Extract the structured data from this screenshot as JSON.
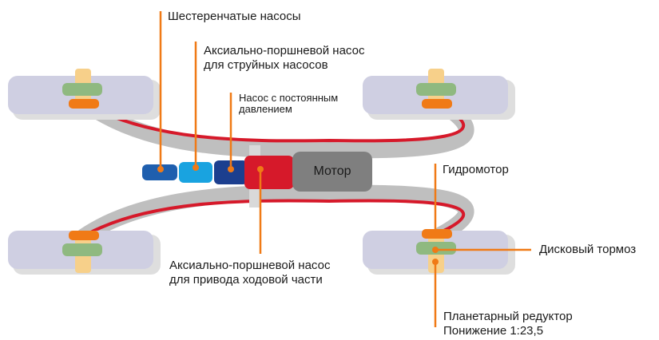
{
  "colors": {
    "background": "#ffffff",
    "hose_outer": "#bfbfbf",
    "hose_inner": "#d6192a",
    "wheel": "#cfcfe2",
    "wheel_shadow": "#dedede",
    "hub_gear": "#8fb980",
    "brake_disc": "#f07a16",
    "reducer": "#f7d08a",
    "motor": "#7f7f7f",
    "pump_red": "#d6192a",
    "pump_dark_blue": "#1c3f8f",
    "pump_light_blue": "#19a3e0",
    "pump_blue": "#1f5fae",
    "callout_line": "#f07a16"
  },
  "labels": {
    "gear_pumps": "Шестеренчатые насосы",
    "axial_jet_line1": "Аксиально-поршневой насос",
    "axial_jet_line2": "для струйных насосов",
    "const_pressure_line1": "Насос с постоянным",
    "const_pressure_line2": "давлением",
    "motor": "Мотор",
    "hydromotor": "Гидромотор",
    "disc_brake": "Дисковый тормоз",
    "axial_drive_line1": "Аксиально-поршневой насос",
    "axial_drive_line2": "для привода ходовой части",
    "planetary_line1": "Планетарный редуктор",
    "planetary_line2": "Понижение 1:23,5"
  }
}
